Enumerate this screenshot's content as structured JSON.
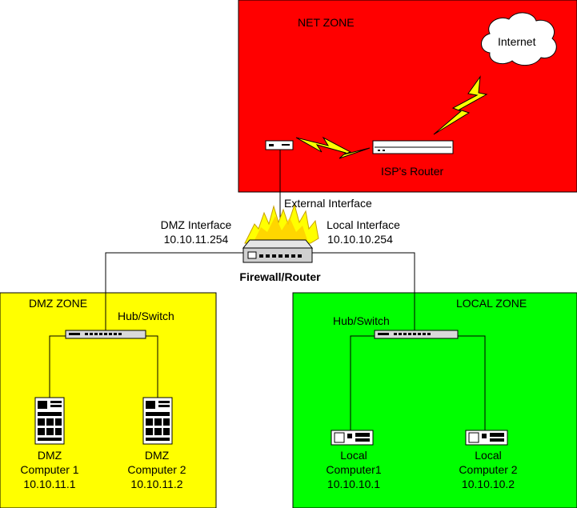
{
  "zones": {
    "net": {
      "title": "NET ZONE",
      "color": "#ff0000"
    },
    "dmz": {
      "title": "DMZ ZONE",
      "color": "#ffff00"
    },
    "local": {
      "title": "LOCAL ZONE",
      "color": "#00ff00"
    }
  },
  "net": {
    "cloud_label": "Internet",
    "modem_label": "≡≡ ══",
    "isp_router_label": "ISP's Router",
    "external_interface_label": "External Interface"
  },
  "firewall": {
    "label": "Firewall/Router",
    "dmz_interface": {
      "title": "DMZ Interface",
      "ip": "10.10.11.254"
    },
    "local_interface": {
      "title": "Local Interface",
      "ip": "10.10.10.254"
    }
  },
  "dmz": {
    "switch_label": "Hub/Switch",
    "computers": [
      {
        "line1": "DMZ",
        "line2": "Computer 1",
        "ip": "10.10.11.1"
      },
      {
        "line1": "DMZ",
        "line2": "Computer 2",
        "ip": "10.10.11.2"
      }
    ]
  },
  "local": {
    "switch_label": "Hub/Switch",
    "computers": [
      {
        "line1": "Local",
        "line2": "Computer1",
        "ip": "10.10.10.1"
      },
      {
        "line1": "Local",
        "line2": "Computer 2",
        "ip": "10.10.10.2"
      }
    ]
  }
}
